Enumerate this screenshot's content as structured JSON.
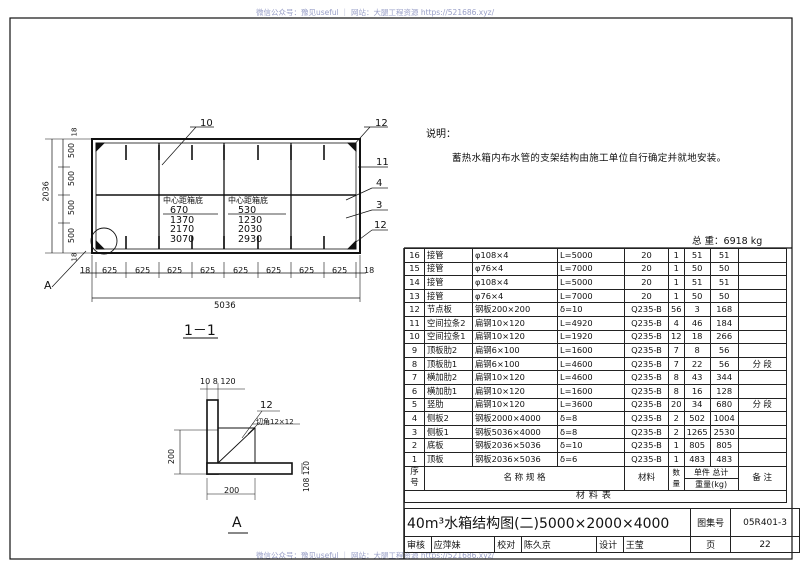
{
  "watermark": {
    "top": "微信公众号：豫见useful ｜ 网站：大腿工程资源 https://521686.xyz/",
    "bottom": "微信公众号：豫见useful ｜ 网站：大腿工程资源 https://521686.xyz/"
  },
  "notes": {
    "label": "说明：",
    "text": "蓄热水箱内布水管的支架结构由施工单位自行确定并就地安装。"
  },
  "total_weight": "总 重：6918 kg",
  "section_view": {
    "title": "1－1",
    "callouts": [
      "10",
      "12",
      "11",
      "4",
      "3",
      "12"
    ],
    "label_A": "A",
    "center_labels": [
      "中心距箱底",
      "中心距箱底"
    ],
    "left_heights": [
      "670",
      "1370",
      "2170",
      "3070"
    ],
    "right_heights": [
      "530",
      "1230",
      "2030",
      "2930"
    ],
    "dims_vertical": [
      "500",
      "500",
      "500",
      "500",
      "2036",
      "18",
      "18"
    ],
    "dims_horizontal": [
      "18",
      "625",
      "625",
      "625",
      "625",
      "625",
      "625",
      "625",
      "625",
      "18"
    ],
    "overall_width": "5036"
  },
  "detail_view": {
    "title": "A",
    "callout": "12",
    "top_dims": "10 8 120",
    "chamfer": "切角12×12",
    "dim_left": "200",
    "dim_bottom": "200",
    "dim_right": "108 120"
  },
  "material_table": {
    "rows": [
      {
        "no": "16",
        "name": "接管",
        "spec": "φ108×4",
        "len": "L=5000",
        "mat": "20",
        "qty": "1",
        "unit": "51",
        "total": "51",
        "note": ""
      },
      {
        "no": "15",
        "name": "接管",
        "spec": "φ76×4",
        "len": "L=7000",
        "mat": "20",
        "qty": "1",
        "unit": "50",
        "total": "50",
        "note": ""
      },
      {
        "no": "14",
        "name": "接管",
        "spec": "φ108×4",
        "len": "L=5000",
        "mat": "20",
        "qty": "1",
        "unit": "51",
        "total": "51",
        "note": ""
      },
      {
        "no": "13",
        "name": "接管",
        "spec": "φ76×4",
        "len": "L=7000",
        "mat": "20",
        "qty": "1",
        "unit": "50",
        "total": "50",
        "note": ""
      },
      {
        "no": "12",
        "name": "节点板",
        "spec": "钢板200×200",
        "len": "δ=10",
        "mat": "Q235-B",
        "qty": "56",
        "unit": "3",
        "total": "168",
        "note": ""
      },
      {
        "no": "11",
        "name": "空间拉条2",
        "spec": "扁钢10×120",
        "len": "L=4920",
        "mat": "Q235-B",
        "qty": "4",
        "unit": "46",
        "total": "184",
        "note": ""
      },
      {
        "no": "10",
        "name": "空间拉条1",
        "spec": "扁钢10×120",
        "len": "L=1920",
        "mat": "Q235-B",
        "qty": "12",
        "unit": "18",
        "total": "266",
        "note": ""
      },
      {
        "no": "9",
        "name": "顶板肋2",
        "spec": "扁钢6×100",
        "len": "L=1600",
        "mat": "Q235-B",
        "qty": "7",
        "unit": "8",
        "total": "56",
        "note": ""
      },
      {
        "no": "8",
        "name": "顶板肋1",
        "spec": "扁钢6×100",
        "len": "L=4600",
        "mat": "Q235-B",
        "qty": "7",
        "unit": "22",
        "total": "56",
        "note": "分  段"
      },
      {
        "no": "7",
        "name": "横加肋2",
        "spec": "扁钢10×120",
        "len": "L=4600",
        "mat": "Q235-B",
        "qty": "8",
        "unit": "43",
        "total": "344",
        "note": ""
      },
      {
        "no": "6",
        "name": "横加肋1",
        "spec": "扁钢10×120",
        "len": "L=1600",
        "mat": "Q235-B",
        "qty": "8",
        "unit": "16",
        "total": "128",
        "note": ""
      },
      {
        "no": "5",
        "name": "竖肋",
        "spec": "扁钢10×120",
        "len": "L=3600",
        "mat": "Q235-B",
        "qty": "20",
        "unit": "34",
        "total": "680",
        "note": "分  段"
      },
      {
        "no": "4",
        "name": "侧板2",
        "spec": "钢板2000×4000",
        "len": "δ=8",
        "mat": "Q235-B",
        "qty": "2",
        "unit": "502",
        "total": "1004",
        "note": ""
      },
      {
        "no": "3",
        "name": "侧板1",
        "spec": "钢板5036×4000",
        "len": "δ=8",
        "mat": "Q235-B",
        "qty": "2",
        "unit": "1265",
        "total": "2530",
        "note": ""
      },
      {
        "no": "2",
        "name": "底板",
        "spec": "钢板2036×5036",
        "len": "δ=10",
        "mat": "Q235-B",
        "qty": "1",
        "unit": "805",
        "total": "805",
        "note": ""
      },
      {
        "no": "1",
        "name": "顶板",
        "spec": "钢板2036×5036",
        "len": "δ=6",
        "mat": "Q235-B",
        "qty": "1",
        "unit": "483",
        "total": "483",
        "note": ""
      }
    ],
    "header": {
      "no": "序号",
      "name_spec": "名 称 规 格",
      "material": "材料",
      "qty": "数量",
      "weight_top": "单件  总计",
      "weight_bottom": "重量(kg)",
      "note": "备 注"
    },
    "caption": "材料表"
  },
  "title_block": {
    "title": "40m³水箱结构图(二)5000×2000×4000",
    "atlas_label": "图集号",
    "atlas_no": "05R401-3",
    "review_label": "审核",
    "reviewer": "应萍妹",
    "check_label": "校对",
    "checker": "陈久京",
    "design_label": "设计",
    "designer": "王莹",
    "page_label": "页",
    "page_no": "22"
  }
}
